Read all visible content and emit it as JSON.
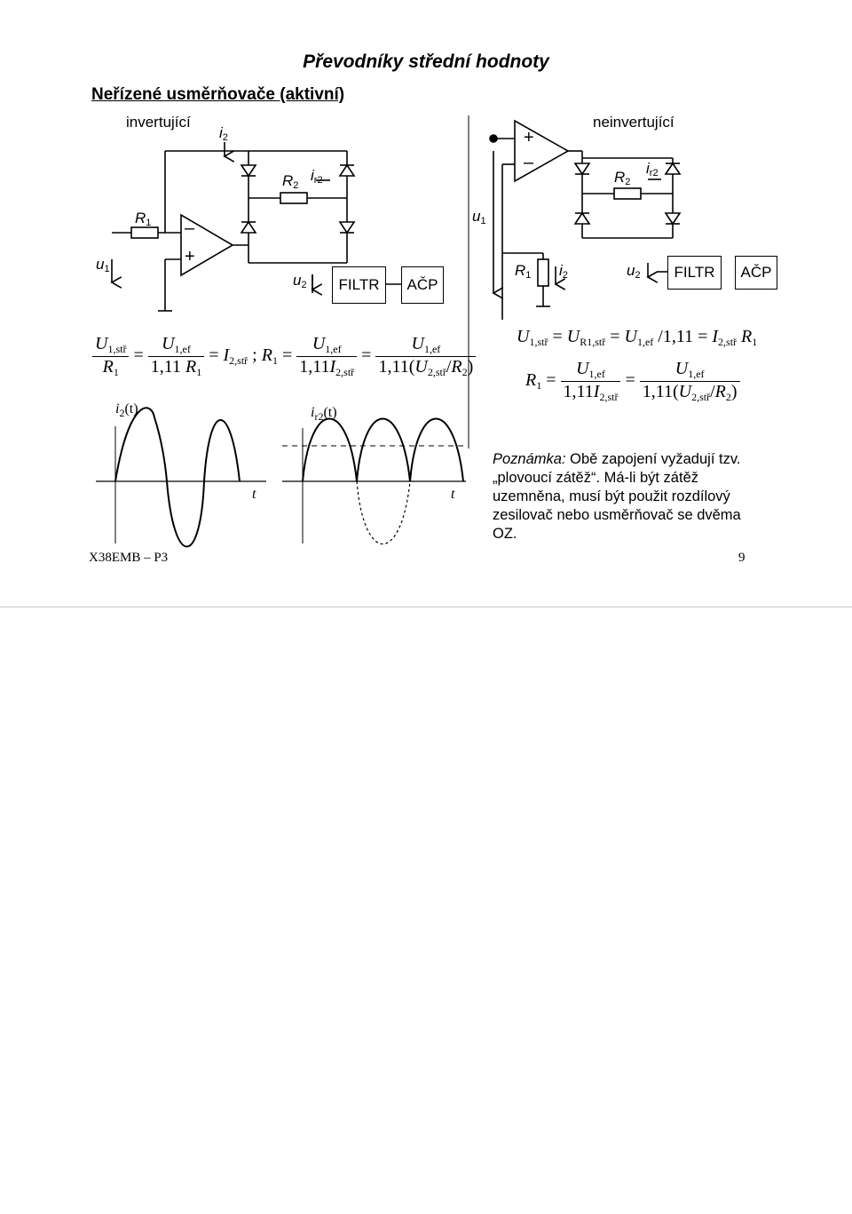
{
  "title": "Převodníky střední hodnoty",
  "subtitle": "Neřízené usměrňovače (aktivní)",
  "left_circuit": {
    "label": "invertující",
    "i2": "i",
    "i2_sub": "2",
    "R2": "R",
    "R2_sub": "2",
    "ir2": "i",
    "ir2_sub": "r2",
    "R1": "R",
    "R1_sub": "1",
    "u1": "u",
    "u1_sub": "1",
    "u2": "u",
    "u2_sub": "2",
    "minus": "–",
    "plus": "+",
    "filtr": "FILTR",
    "acp": "AČP"
  },
  "right_circuit": {
    "label": "neinvertující",
    "plus": "+",
    "minus": "–",
    "ir2": "i",
    "ir2_sub": "r2",
    "R2": "R",
    "R2_sub": "2",
    "u1": "u",
    "u1_sub": "1",
    "R1": "R",
    "R1_sub": "1",
    "i2": "i",
    "i2_sub": "2",
    "u2": "u",
    "u2_sub": "2",
    "filtr": "FILTR",
    "acp": "AČP"
  },
  "formulas": {
    "U": "U",
    "R": "R",
    "I": "I",
    "eq": "=",
    "semi": ";",
    "k": "1,11",
    "sub_1str": "1,stř",
    "sub_1ef": "1,ef",
    "sub_2str": "2,stř",
    "sub_R1str": "R1,stř",
    "sub_1": "1",
    "sub_2": "2",
    "lp": "(",
    "rp": ")",
    "slash": "/"
  },
  "waveforms": {
    "left_label": "i",
    "left_label_sub": "2",
    "left_label_arg": "(t)",
    "right_label": "i",
    "right_label_sub": "r2",
    "right_label_arg": "(t)",
    "t": "t"
  },
  "note": {
    "heading": "Poznámka:",
    "text": " Obě zapojení vyžadují tzv. „plovoucí zátěž“. Má-li být zátěž uzemněna, musí být použit rozdílový zesilovač nebo usměrňovač se dvěma OZ."
  },
  "footer": {
    "left": "X38EMB – P3",
    "right": "9"
  }
}
